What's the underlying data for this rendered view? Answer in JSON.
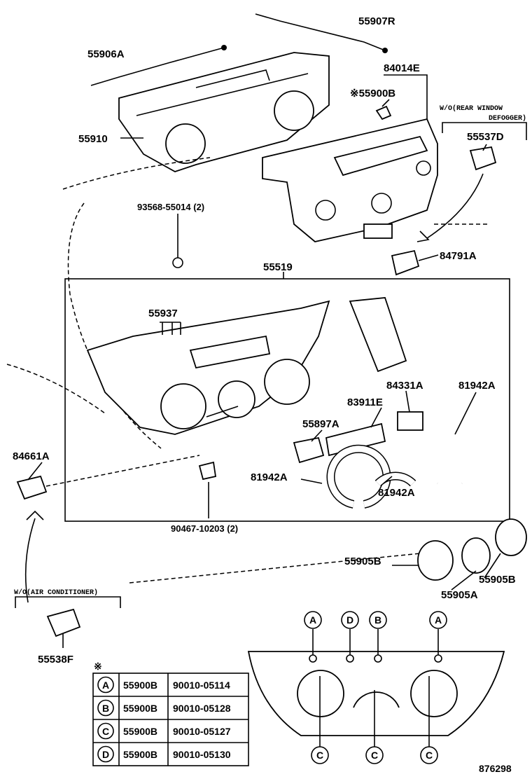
{
  "labels": {
    "p55907R": "55907R",
    "p55906A": "55906A",
    "p84014E": "84014E",
    "p55900B": "※55900B",
    "note_rear_1": "W/O(REAR WINDOW",
    "note_rear_2": "DEFOGGER)",
    "p55910": "55910",
    "p55537D": "55537D",
    "p93568": "93568-55014 (2)",
    "p84791A": "84791A",
    "p55519": "55519",
    "p55937": "55937",
    "p84331A": "84331A",
    "p81942A_1": "81942A",
    "p83911E": "83911E",
    "p55897A": "55897A",
    "p84661A": "84661A",
    "p81942A_2": "81942A",
    "p81942A_3": "81942A",
    "p90467": "90467-10203 (2)",
    "p55905B_1": "55905B",
    "p55905B_2": "55905B",
    "p55905A": "55905A",
    "note_ac": "W/O(AIR CONDITIONER)",
    "p55538F": "55538F",
    "drawing_no": "876298",
    "table_mark": "※"
  },
  "callouts_top": [
    "A",
    "D",
    "B",
    "A"
  ],
  "callouts_bottom": [
    "C",
    "C",
    "C"
  ],
  "table": [
    {
      "key": "A",
      "part": "55900B",
      "number": "90010-05114"
    },
    {
      "key": "B",
      "part": "55900B",
      "number": "90010-05128"
    },
    {
      "key": "C",
      "part": "55900B",
      "number": "90010-05127"
    },
    {
      "key": "D",
      "part": "55900B",
      "number": "90010-05130"
    }
  ]
}
